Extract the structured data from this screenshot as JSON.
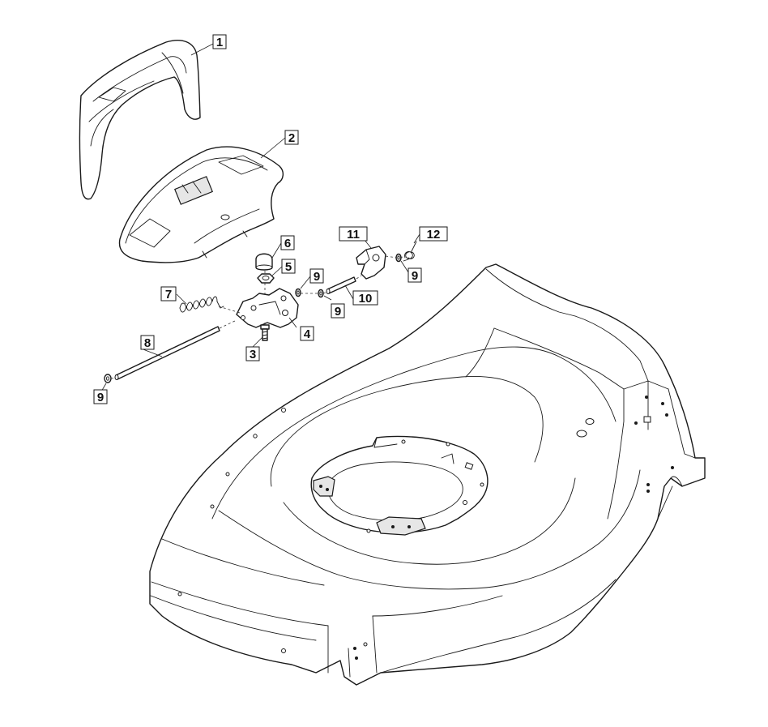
{
  "diagram": {
    "type": "exploded-parts-view",
    "callouts": [
      {
        "id": "c1",
        "label": "1"
      },
      {
        "id": "c2",
        "label": "2"
      },
      {
        "id": "c3",
        "label": "3"
      },
      {
        "id": "c4",
        "label": "4"
      },
      {
        "id": "c5",
        "label": "5"
      },
      {
        "id": "c6",
        "label": "6"
      },
      {
        "id": "c7",
        "label": "7"
      },
      {
        "id": "c8",
        "label": "8"
      },
      {
        "id": "c9a",
        "label": "9"
      },
      {
        "id": "c9b",
        "label": "9"
      },
      {
        "id": "c9c",
        "label": "9"
      },
      {
        "id": "c9d",
        "label": "9"
      },
      {
        "id": "c10",
        "label": "10"
      },
      {
        "id": "c11",
        "label": "11"
      },
      {
        "id": "c12",
        "label": "12"
      }
    ]
  }
}
